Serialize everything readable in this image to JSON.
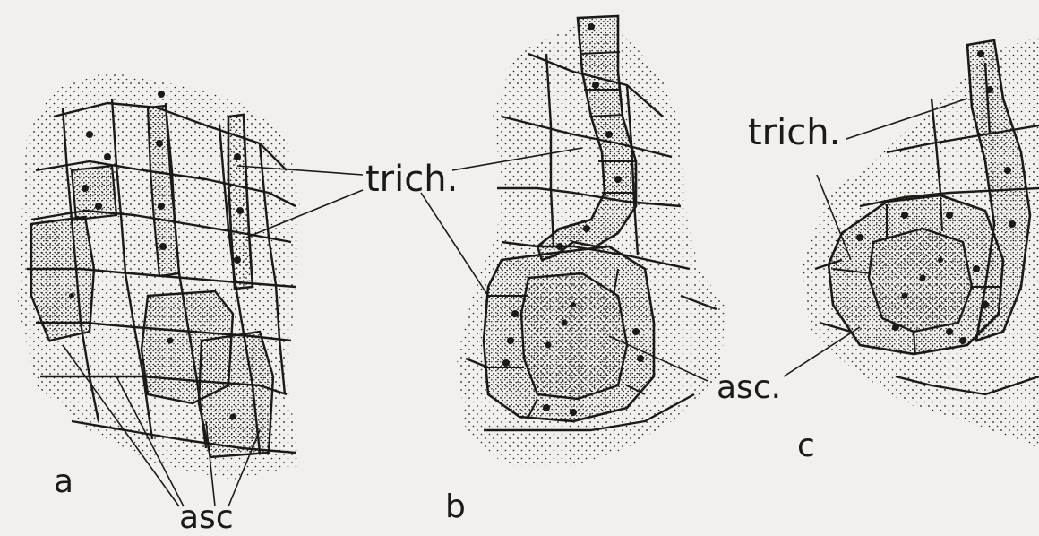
{
  "panels": [
    {
      "id": "a",
      "letter": "a"
    },
    {
      "id": "b",
      "letter": "b"
    },
    {
      "id": "c",
      "letter": "c"
    }
  ],
  "labels": {
    "trich_center": "trich.",
    "trich_right": "trich.",
    "asc_left": "asc",
    "asc_center": "asc."
  },
  "colors": {
    "paper": "#f2f0ec",
    "ink": "#1a1a1a",
    "cell_fill": "#faf9f6"
  }
}
